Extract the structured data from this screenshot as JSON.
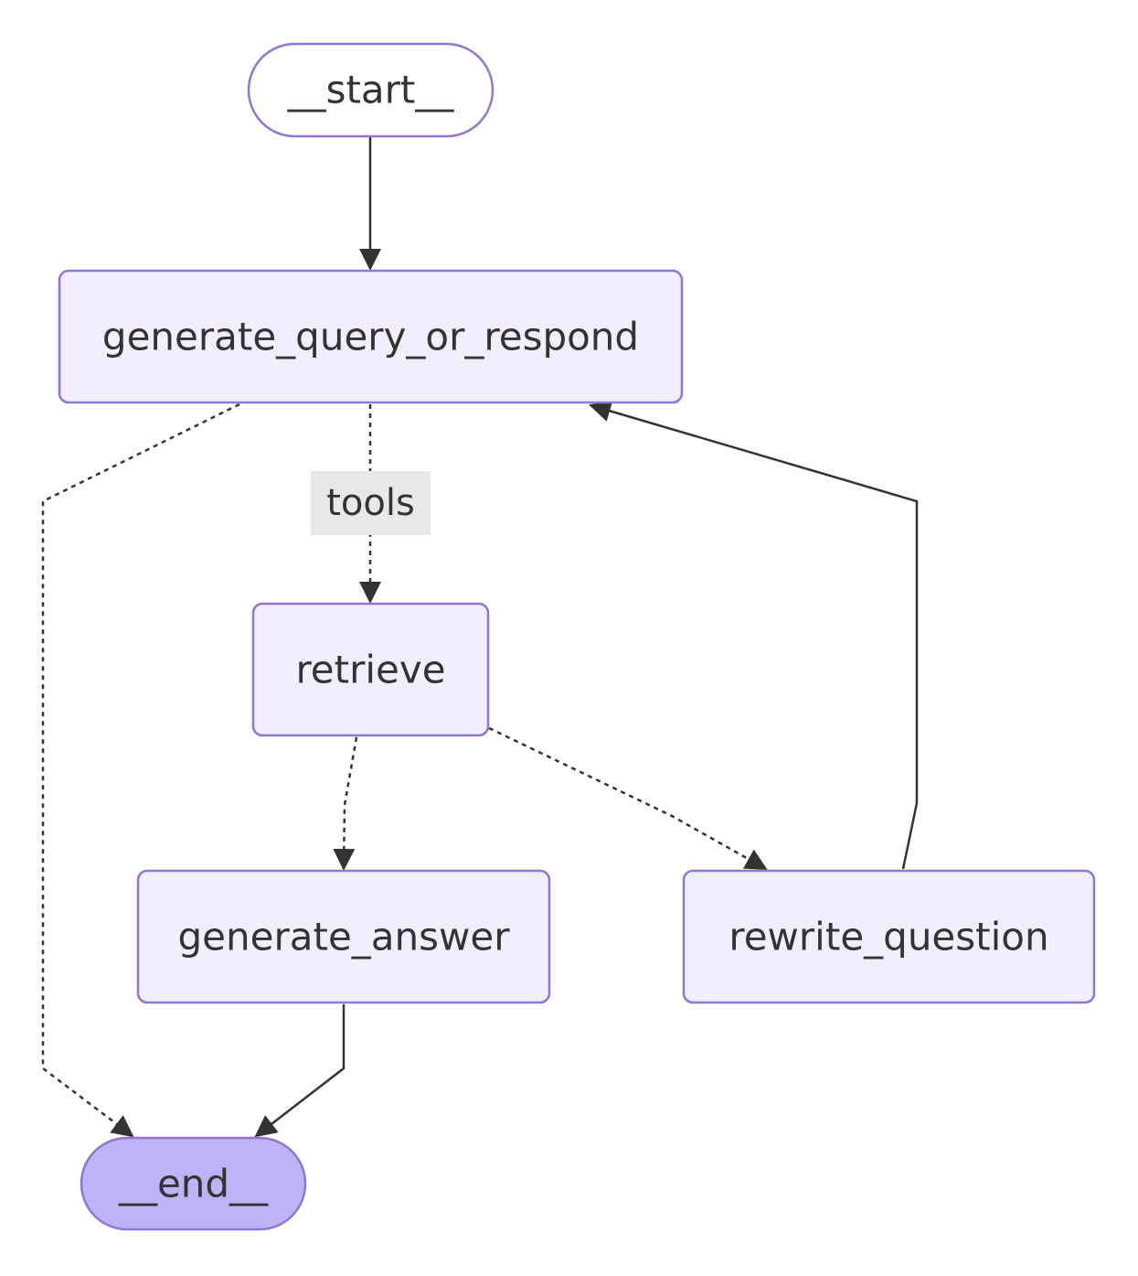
{
  "nodes": {
    "start": "__start__",
    "generate_query_or_respond": "generate_query_or_respond",
    "retrieve": "retrieve",
    "generate_answer": "generate_answer",
    "rewrite_question": "rewrite_question",
    "end": "__end__"
  },
  "edges": {
    "tools_label": "tools"
  },
  "colors": {
    "node_fill": "#f1effd",
    "node_stroke": "#9075d1",
    "end_fill": "#bfb3f7",
    "edge": "#333333",
    "label_bg": "#e8e8e8"
  }
}
